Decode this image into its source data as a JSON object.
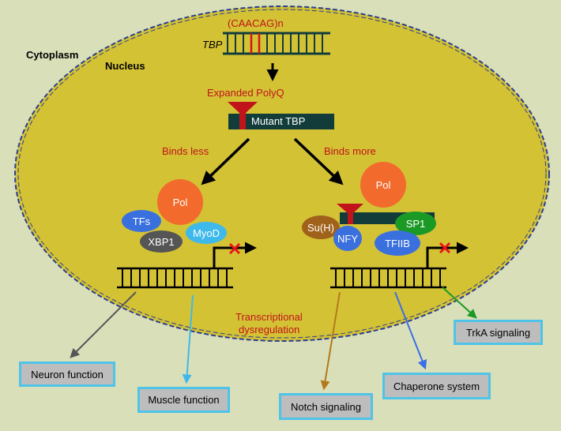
{
  "compartments": {
    "cytoplasm": "Cytoplasm",
    "nucleus": "Nucleus"
  },
  "gene": {
    "repeat": "(CAACAG)n",
    "name": "TBP"
  },
  "expansion_label": "Expanded PolyQ",
  "mutant_label": "Mutant TBP",
  "left_branch": "Binds less",
  "right_branch": "Binds more",
  "left_complex": {
    "pol": "Pol",
    "tfs": "TFs",
    "xbp1": "XBP1",
    "myod": "MyoD"
  },
  "right_complex": {
    "pol": "Pol",
    "suh": "Su(H)",
    "nfy": "NFY",
    "sp1": "SP1",
    "tfiib": "TFIIB"
  },
  "center_label_1": "Transcriptional",
  "center_label_2": "dysregulation",
  "outcomes": {
    "neuron": "Neuron function",
    "muscle": "Muscle function",
    "notch": "Notch signaling",
    "chaperone": "Chaperone system",
    "trka": "TrkA signaling"
  },
  "colors": {
    "nucleus_fill": "#d4c235",
    "pol": "#f26b2c",
    "tf_blue": "#3a70de",
    "dark_gray": "#555555",
    "myod": "#3fb9ea",
    "suh": "#a0611a",
    "sp1": "#1a9a25",
    "dna": "#123c3a",
    "box_border": "#4fc3e8"
  }
}
